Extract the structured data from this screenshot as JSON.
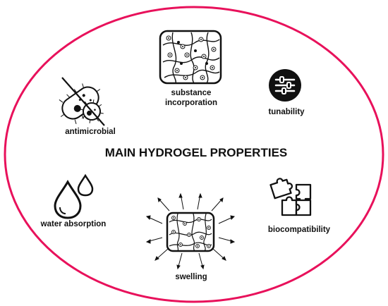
{
  "diagram": {
    "title": "MAIN HYDROGEL PROPERTIES",
    "border_color": "#e8115b",
    "properties": [
      {
        "key": "substance_incorporation",
        "label_line1": "substance",
        "label_line2": "incorporation",
        "icon": "polymer-network-icon"
      },
      {
        "key": "tunability",
        "label": "tunability",
        "icon": "sliders-icon"
      },
      {
        "key": "antimicrobial",
        "label": "antimicrobial",
        "icon": "bacteria-crossed-icon"
      },
      {
        "key": "water_absorption",
        "label": "water absorption",
        "icon": "water-drops-icon"
      },
      {
        "key": "swelling",
        "label": "swelling",
        "icon": "swelling-network-icon"
      },
      {
        "key": "biocompatibility",
        "label": "biocompatibility",
        "icon": "puzzle-icon"
      }
    ]
  }
}
